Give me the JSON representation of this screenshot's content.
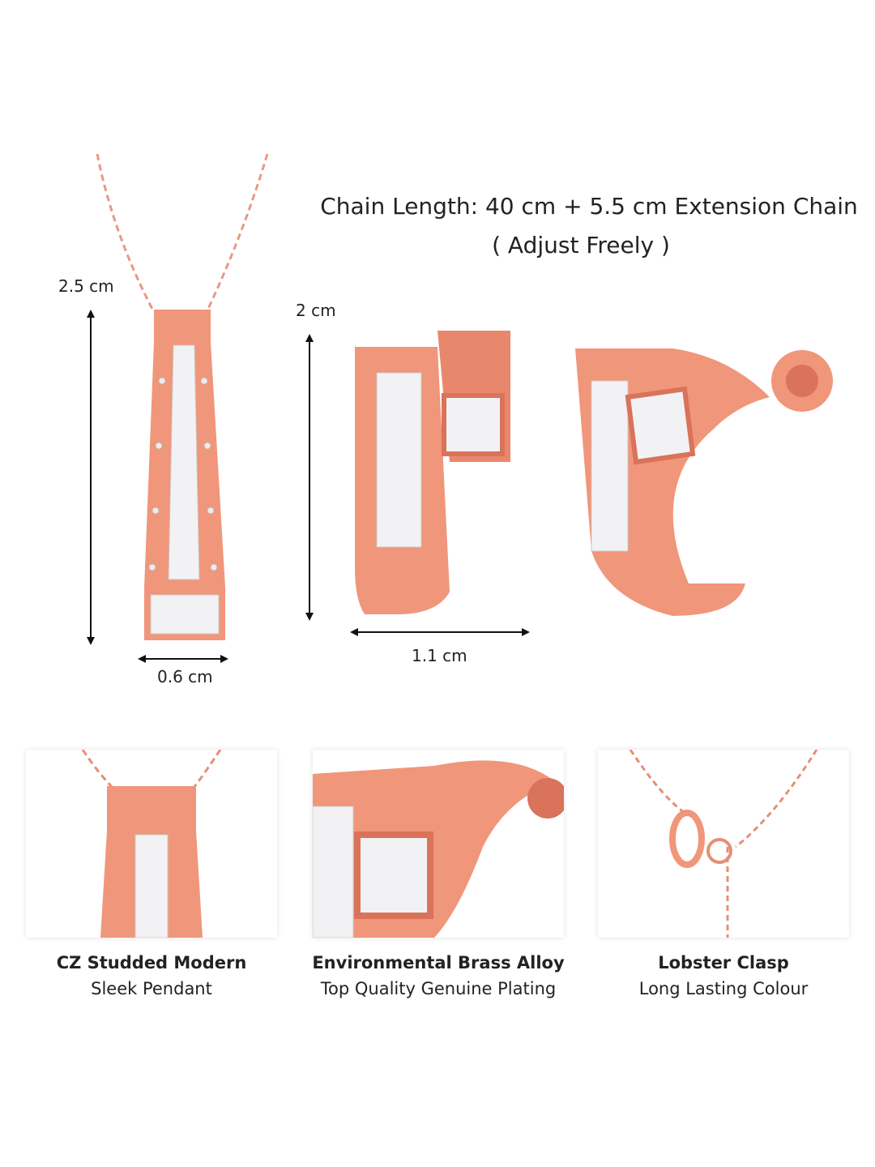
{
  "header": {
    "chain_length": "Chain Length: 40 cm + 5.5 cm Extension Chain",
    "adjust": "( Adjust Freely )"
  },
  "dimensions": {
    "pendant_height": "2.5 cm",
    "pendant_width": "0.6 cm",
    "earring_height": "2 cm",
    "earring_width": "1.1 cm"
  },
  "features": [
    {
      "title": "CZ Studded Modern",
      "subtitle": "Sleek Pendant"
    },
    {
      "title": "Environmental Brass Alloy",
      "subtitle": "Top Quality Genuine Plating"
    },
    {
      "title": "Lobster Clasp",
      "subtitle": "Long Lasting Colour"
    }
  ],
  "colors": {
    "rose_gold": "#f0967a",
    "rose_dark": "#d9735a",
    "stone": "#f2f2f4"
  }
}
